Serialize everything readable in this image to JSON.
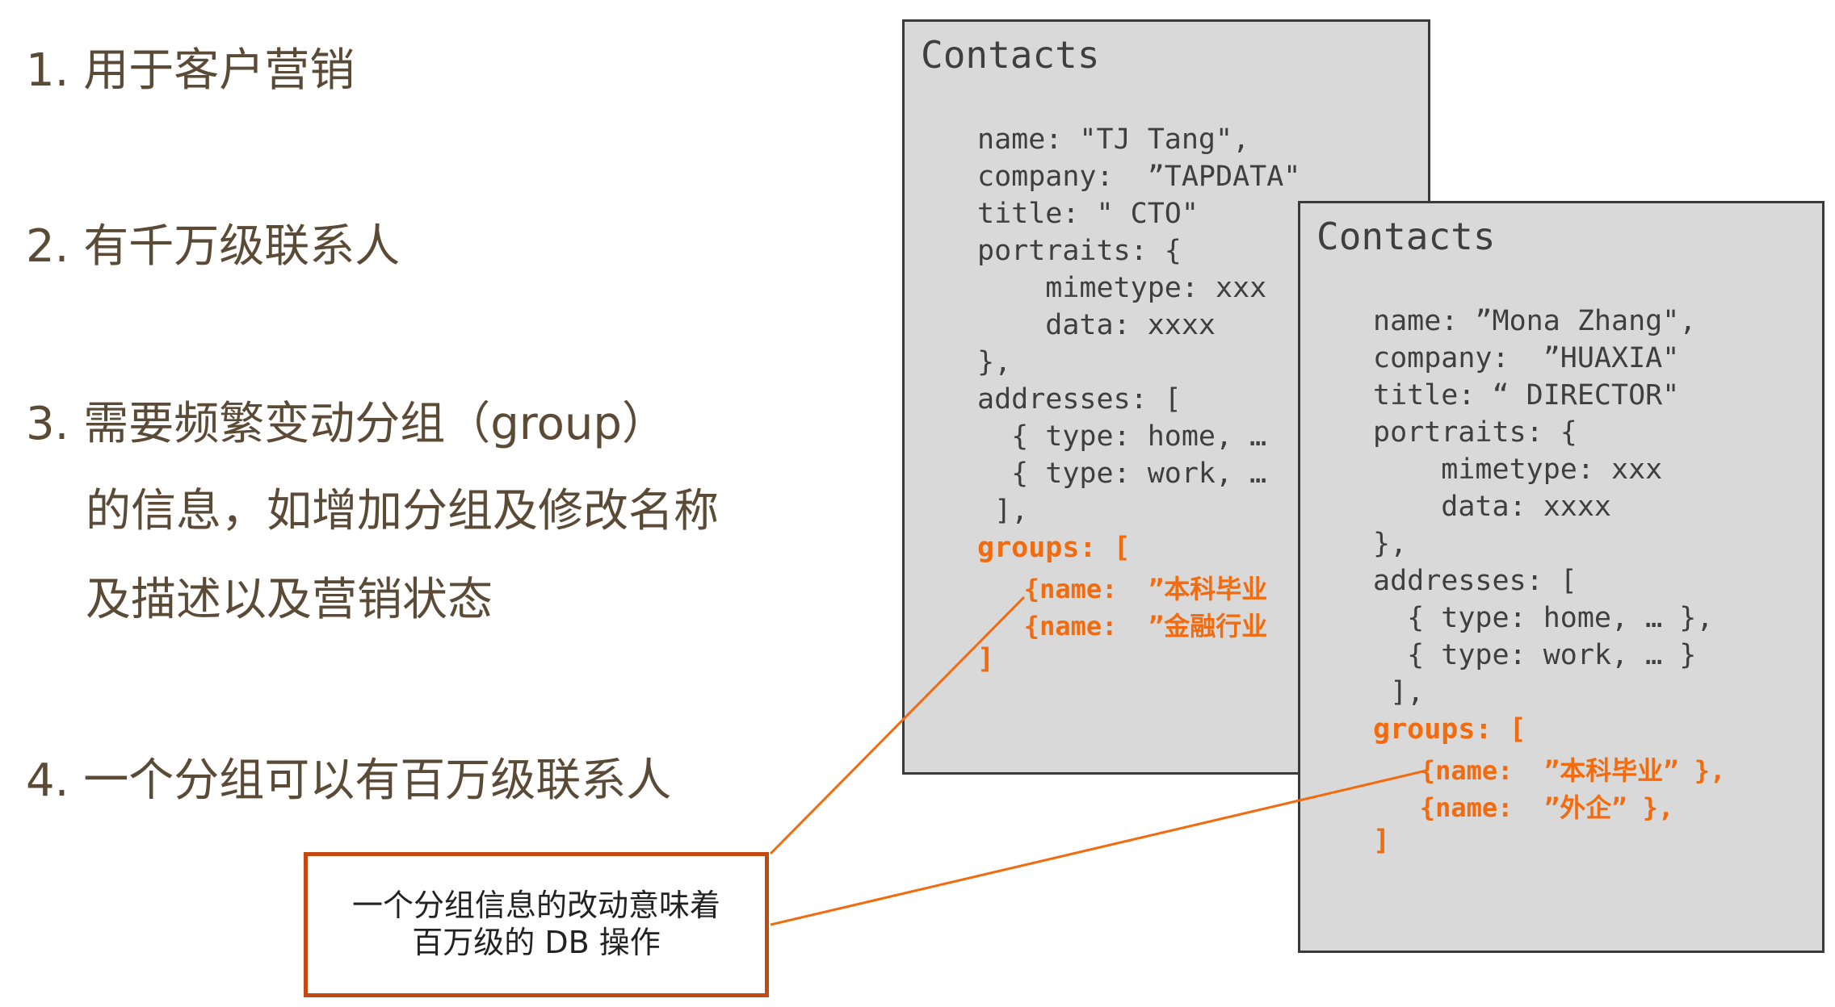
{
  "list": [
    {
      "text": "1. 用于客户营销"
    },
    {
      "text": "2. 有千万级联系人"
    },
    {
      "text": "3. 需要频繁变动分组（group）",
      "cont": [
        "的信息，如增加分组及修改名称",
        "及描述以及营销状态"
      ]
    },
    {
      "text": "4. 一个分组可以有百万级联系人"
    }
  ],
  "card1": {
    "title": "Contacts",
    "lines": [
      "name: \"TJ Tang\",",
      "company:  ”TAPDATA\"",
      "title: \" CTO\"",
      "portraits: {",
      "    mimetype: xxx",
      "    data: xxxx",
      "},",
      "addresses: [",
      "  { type: home, …",
      "  { type: work, …",
      " ],",
      "groups: [",
      "   {name:  ”本科毕业",
      "   {name:  ”金融行业",
      "]"
    ]
  },
  "card2": {
    "title": "Contacts",
    "lines": [
      "name: ”Mona Zhang\",",
      "company:  ”HUAXIA\"",
      "title: “ DIRECTOR\"",
      "portraits: {",
      "    mimetype: xxx",
      "    data: xxxx",
      "},",
      "addresses: [",
      "  { type: home, … },",
      "  { type: work, … }",
      " ],",
      "groups: [",
      "   {name:  ”本科毕业” },",
      "   {name:  ”外企” },",
      "]"
    ]
  },
  "callout": {
    "line1": "一个分组信息的改动意味着",
    "line2": "百万级的 DB 操作"
  },
  "colors": {
    "accent": "#f26b0f",
    "text": "#5a4a36",
    "card_bg": "#d9d9d9",
    "callout_border": "#c24a10"
  }
}
